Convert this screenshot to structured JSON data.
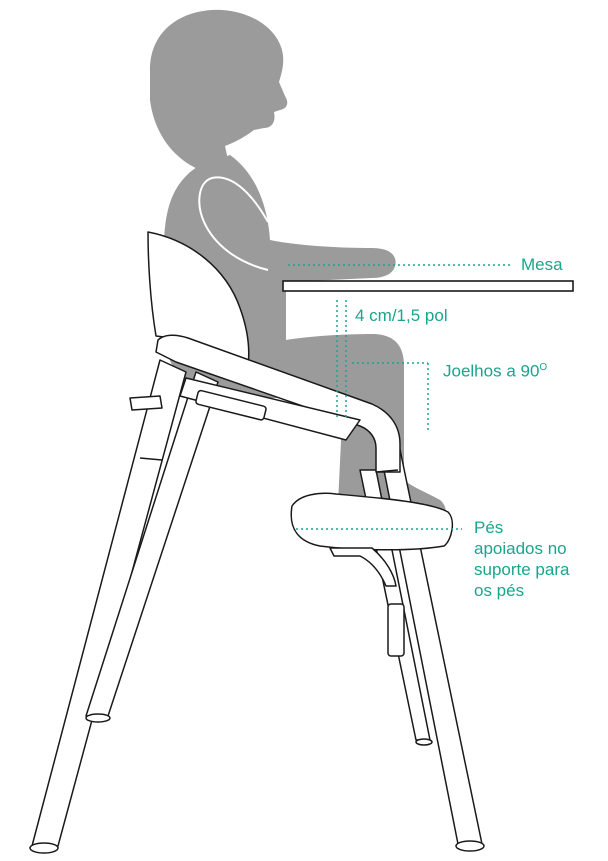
{
  "labels": {
    "table": "Mesa",
    "gap": "4 cm/1,5 pol",
    "knees": "Joelhos a 90",
    "knees_degree": "O",
    "feet_line1": "Pés",
    "feet_line2": "apoiados no",
    "feet_line3": "suporte para",
    "feet_line4": "os pés"
  },
  "colors": {
    "accent": "#1aa58c",
    "silhouette": "#9b9b9b",
    "outline": "#1a1a1a",
    "background": "#ffffff"
  }
}
